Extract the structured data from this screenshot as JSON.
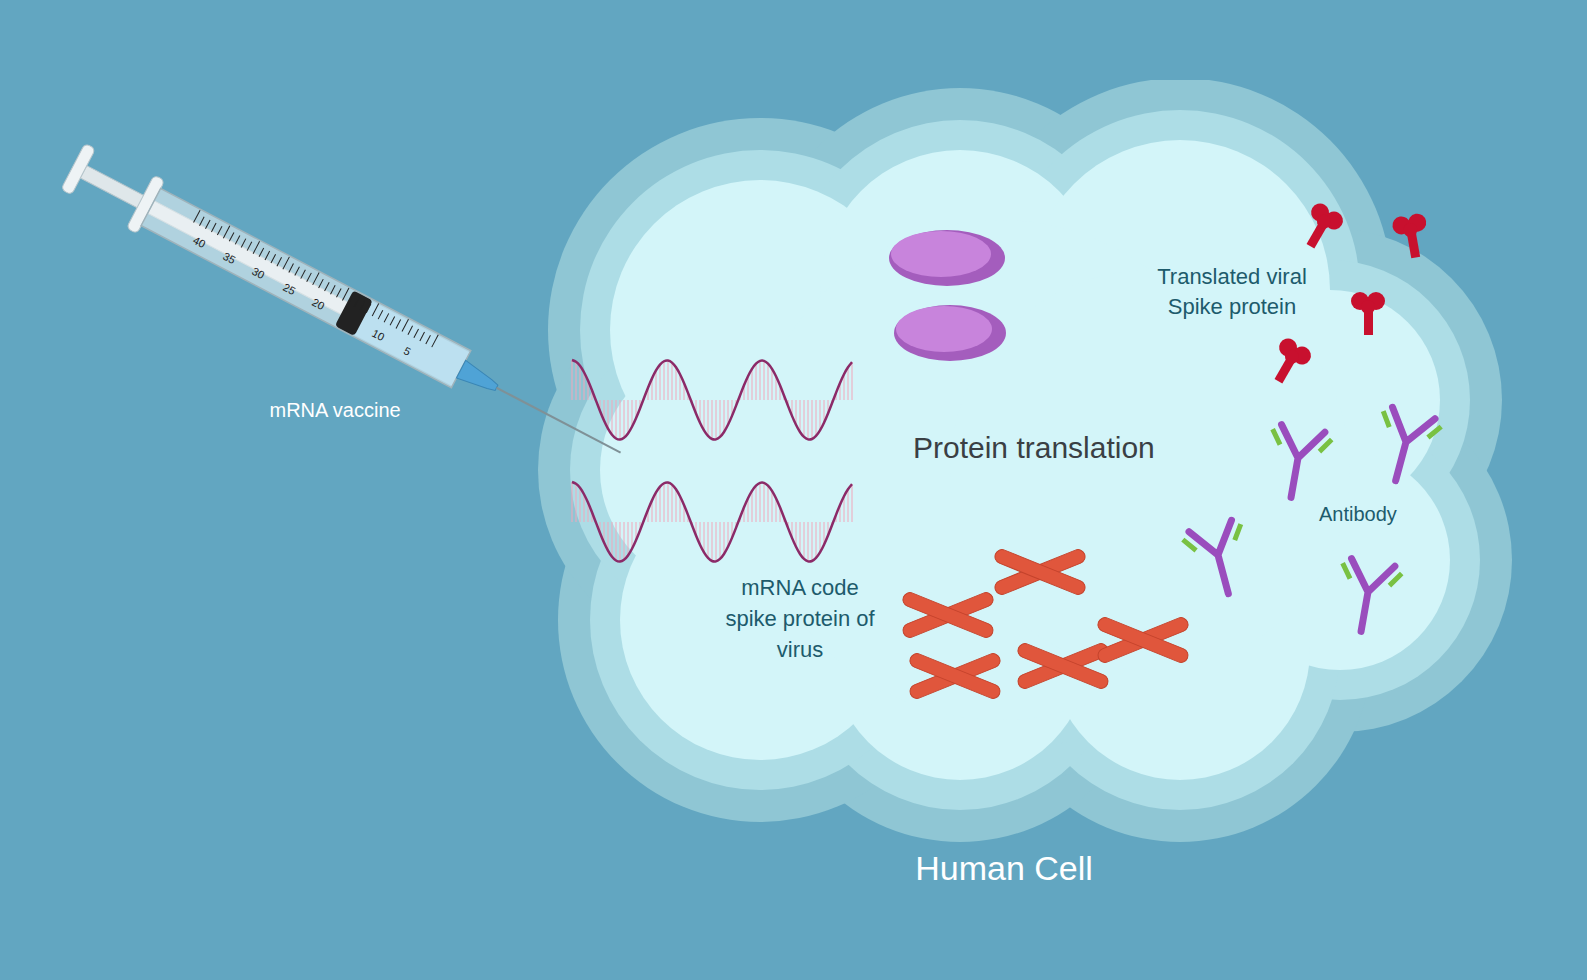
{
  "diagram": {
    "nodes": [
      {
        "text": [
          "Human Cell"
        ]
      }
    ],
    "labels": [
      "mRNA vaccine",
      "40",
      "35",
      "30",
      "25",
      "20",
      "10",
      "5",
      "Protein translation",
      "mRNA code spike protein of virus",
      "Translated viral Spike protein",
      "Antibody"
    ]
  }
}
